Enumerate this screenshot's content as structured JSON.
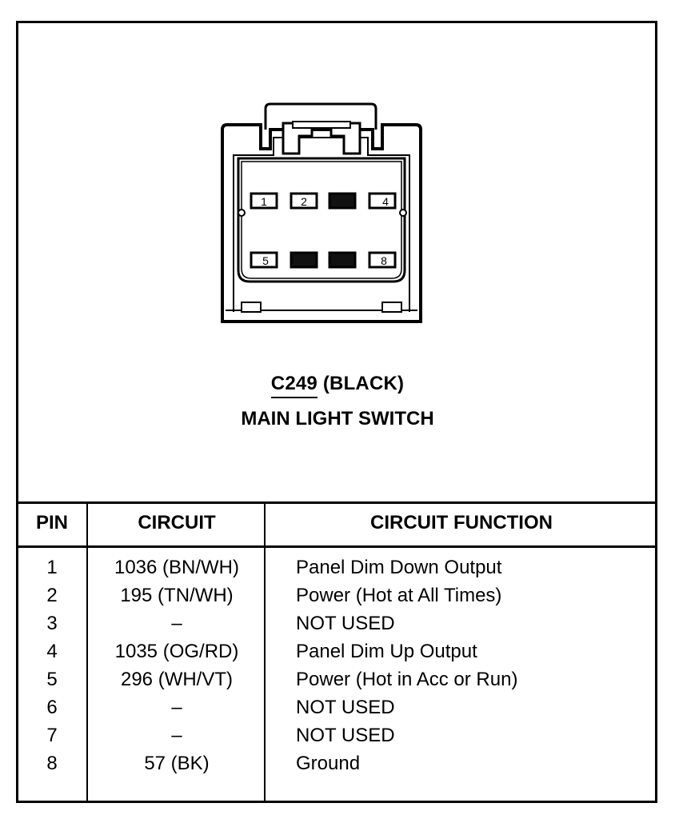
{
  "connector": {
    "code": "C249",
    "color_label": "(BLACK)",
    "name": "MAIN LIGHT SWITCH",
    "top_row_labels": [
      "1",
      "2",
      "",
      "4"
    ],
    "bottom_row_labels": [
      "5",
      "",
      "",
      "8"
    ],
    "top_row_filled": [
      false,
      false,
      true,
      false
    ],
    "bottom_row_filled": [
      false,
      true,
      true,
      false
    ]
  },
  "table": {
    "headers": {
      "pin": "PIN",
      "circuit": "CIRCUIT",
      "function": "CIRCUIT FUNCTION"
    },
    "rows": [
      {
        "pin": "1",
        "circuit": "1036 (BN/WH)",
        "function": "Panel Dim Down Output"
      },
      {
        "pin": "2",
        "circuit": "195 (TN/WH)",
        "function": "Power (Hot at All Times)"
      },
      {
        "pin": "3",
        "circuit": "–",
        "function": "NOT USED"
      },
      {
        "pin": "4",
        "circuit": "1035 (OG/RD)",
        "function": "Panel Dim Up Output"
      },
      {
        "pin": "5",
        "circuit": "296 (WH/VT)",
        "function": "Power (Hot in Acc or Run)"
      },
      {
        "pin": "6",
        "circuit": "–",
        "function": "NOT USED"
      },
      {
        "pin": "7",
        "circuit": "–",
        "function": "NOT USED"
      },
      {
        "pin": "8",
        "circuit": "57 (BK)",
        "function": "Ground"
      }
    ]
  }
}
